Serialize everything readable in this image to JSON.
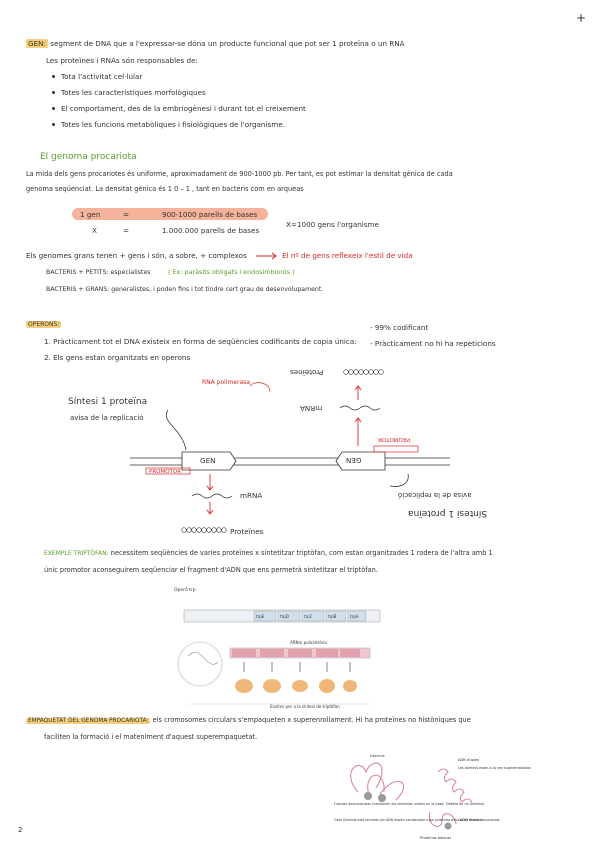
{
  "page_number": "2",
  "plus_mark": "+",
  "gen": {
    "tag": "GEN:",
    "definition": "segment de DNA que a l'expressar-se dóna un producte funcional que pot ser 1 proteïna o un RNA",
    "intro": "Les proteïnes i RNAs són responsables de:",
    "bullets": [
      "Tota l'activitat cel·lular",
      "Totes les característiques morfològiques",
      "El comportament, des de la embriogènesi i durant tot el creixement",
      "Totes les funcions metabòliques i fisiològiques de l'organisme."
    ]
  },
  "genome": {
    "heading": "El genoma procariota",
    "p1": "La mida dels gens procariotes és uniforme, aproximadament de 900-1000 pb. Per tant, es pot estimar la densitat gènica de cada",
    "p2": "genoma seqüenciat. La densitat gènica és 1 0 – 1 , tant en bacteris com en arqueas",
    "eq1_left": "1 gen",
    "eq1_eq": "=",
    "eq1_right": "900-1000 parells de bases",
    "eq2_left": "X",
    "eq2_eq": "=",
    "eq2_right": "1.000.000 parells de bases",
    "eq_result": "X=1000 gens l'organisme",
    "complex_line": "Els genomes grans tenen + gens i són, a sobre, + complexos",
    "complex_arrow_note": "El nº de gens reflexeix l'estil de vida",
    "bact1": "BACTERIS + PETITS: especialistes",
    "bact1_note": "( Ex: paràsits obligats i endosimbionts )",
    "bact2": "BACTERIS + GRANS: generalistes, i poden fins i tot tindre cert grau de desenvolupament."
  },
  "operons": {
    "tag": "OPERONS:",
    "item1": "1. Pràcticament tot el DNA existeix en forma de seqüències codificants de copia única:",
    "item1_notes": [
      "- 99% codificant",
      "- Pràcticament no hi ha repeticions"
    ],
    "item2": "2. Els gens estan organitzats en operons",
    "diagram": {
      "rna_pol": "RNA polimerasa",
      "sintesi": "Síntesi 1 proteïna",
      "avisa": "avisa de la replicació",
      "gen_left": "GEN",
      "promotor_left": "PROMOTOR",
      "mrna_bottom": "mRNA",
      "proteines_bottom": "Proteïnes",
      "gen_right": "GEN",
      "promotor_right": "PROMOTOR",
      "mrna_top": "mRNA",
      "proteines_top": "Proteïnes",
      "sintesi_right": "Síntesi 1 proteïna",
      "avisa_right": "avisa de la replicació"
    }
  },
  "exemple": {
    "tag": "EXEMPLE TRIPTÒFAN:",
    "text1": "necessitem seqüències de varies proteïnes x sintetitzar triptòfan, com estan organitzades 1 rodera de l'altra amb 1 ",
    "text2": "únic promotor aconseguirem seqüenciar el fragment d'ADN que ens permetrà sintetitzar el triptòfan."
  },
  "trp_figure": {
    "operon_label": "Operó trp",
    "genes": [
      "trpE",
      "trpD",
      "trpC",
      "trpB",
      "trpA"
    ],
    "mrna": "ARNm policistrònic",
    "caption": "Enzims per a la síntesi de triptòfan"
  },
  "empaquetament": {
    "tag": "EMPAQUETAT DEL GENOMA PROCARIOTA:",
    "text1": "els cromosomes circulars s'empaqueten x superenrollament. Hi ha proteïnes no històniques que",
    "text2": "faciliten la formació i el mateniment d'aquest superempaquetat."
  },
  "domain_figure": {
    "labels": [
      "Dominis",
      "ADN dúplex",
      "Les dominis estan a la vez superenrollados",
      "Fuerzas desconocidas mantienen los dominios unidos en la base",
      "Detalle de un Dominio",
      "Cada Dominio está formado por ADN dúplex condensado a por proteínas básicas de forma desconocida",
      "ADN dúplex",
      "Proteínas básicas"
    ]
  },
  "colors": {
    "highlight": "#f6cf7a",
    "green": "#5aa02c",
    "red": "#d62828",
    "pink": "#f4b39a"
  }
}
